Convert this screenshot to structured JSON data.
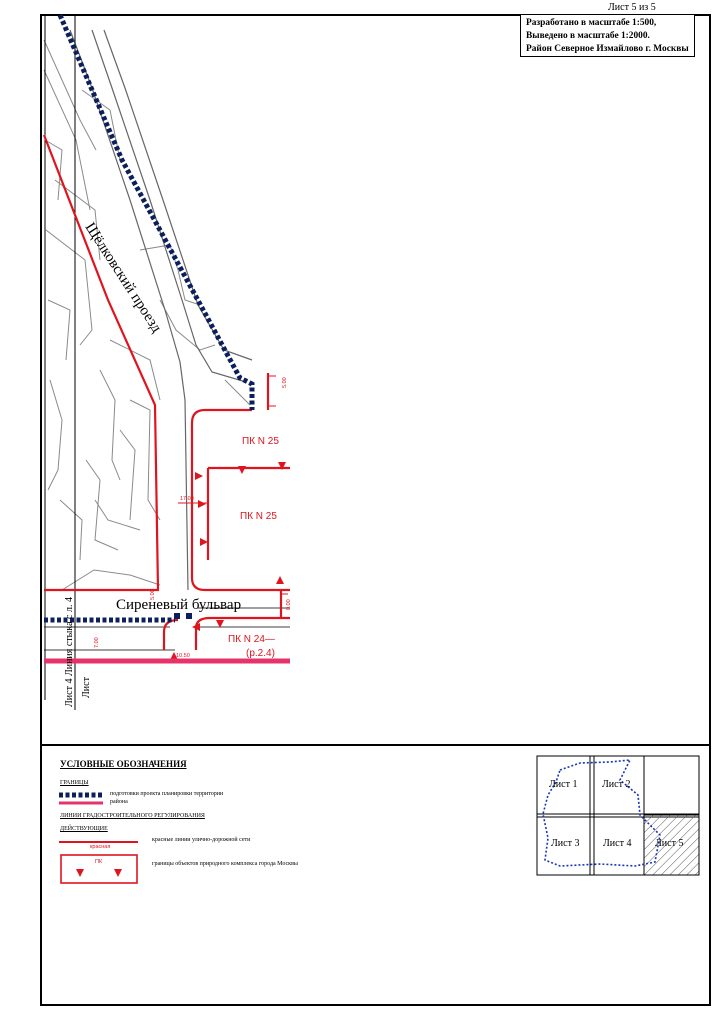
{
  "header": {
    "sheet_number": "Лист 5 из 5",
    "scale_lines": [
      "Разработано в масштабе 1:500,",
      "Выведено в масштабе 1:2000.",
      "Район Северное Измайлово г. Москвы"
    ]
  },
  "map": {
    "streets": {
      "shchelkovsky": "Щёлковский проезд",
      "sirenevy": "Сиреневый бульвар"
    },
    "pk_labels": [
      "ПК N 25",
      "ПК N 25",
      "ПК N 24—",
      "(р.2.4)"
    ],
    "dimensions": [
      "5.00",
      "17.00",
      "0.00",
      "10.50",
      "5.00",
      "7.00"
    ],
    "edge_labels": [
      "Лист 4 Линия стыка с л. 4",
      "Лист"
    ]
  },
  "legend": {
    "title": "УСЛОВНЫЕ ОБОЗНАЧЕНИЯ",
    "boundaries_heading": "ГРАНИЦЫ",
    "boundary_items": [
      "подготовки проекта планировки территории",
      "района"
    ],
    "lines_heading": "ЛИНИИ ГРАДОСТРОИТЕЛЬНОГО РЕГУЛИРОВАНИЯ",
    "current_heading": "ДЕЙСТВУЮЩИЕ",
    "red_small_label": "красная",
    "red_lines_text": "красные линии улично-дорожной сети",
    "pk_small_label": "ПК",
    "pk_text": "границы объектов природного комплекса города Москвы"
  },
  "index_map": {
    "sheets": [
      "Лист 1",
      "Лист 2",
      "Лист 3",
      "Лист 4",
      "Лист 5"
    ]
  },
  "colors": {
    "red_line": "#e0141e",
    "district_line": "#e6336b",
    "project_boundary": "#0b1f5e"
  }
}
